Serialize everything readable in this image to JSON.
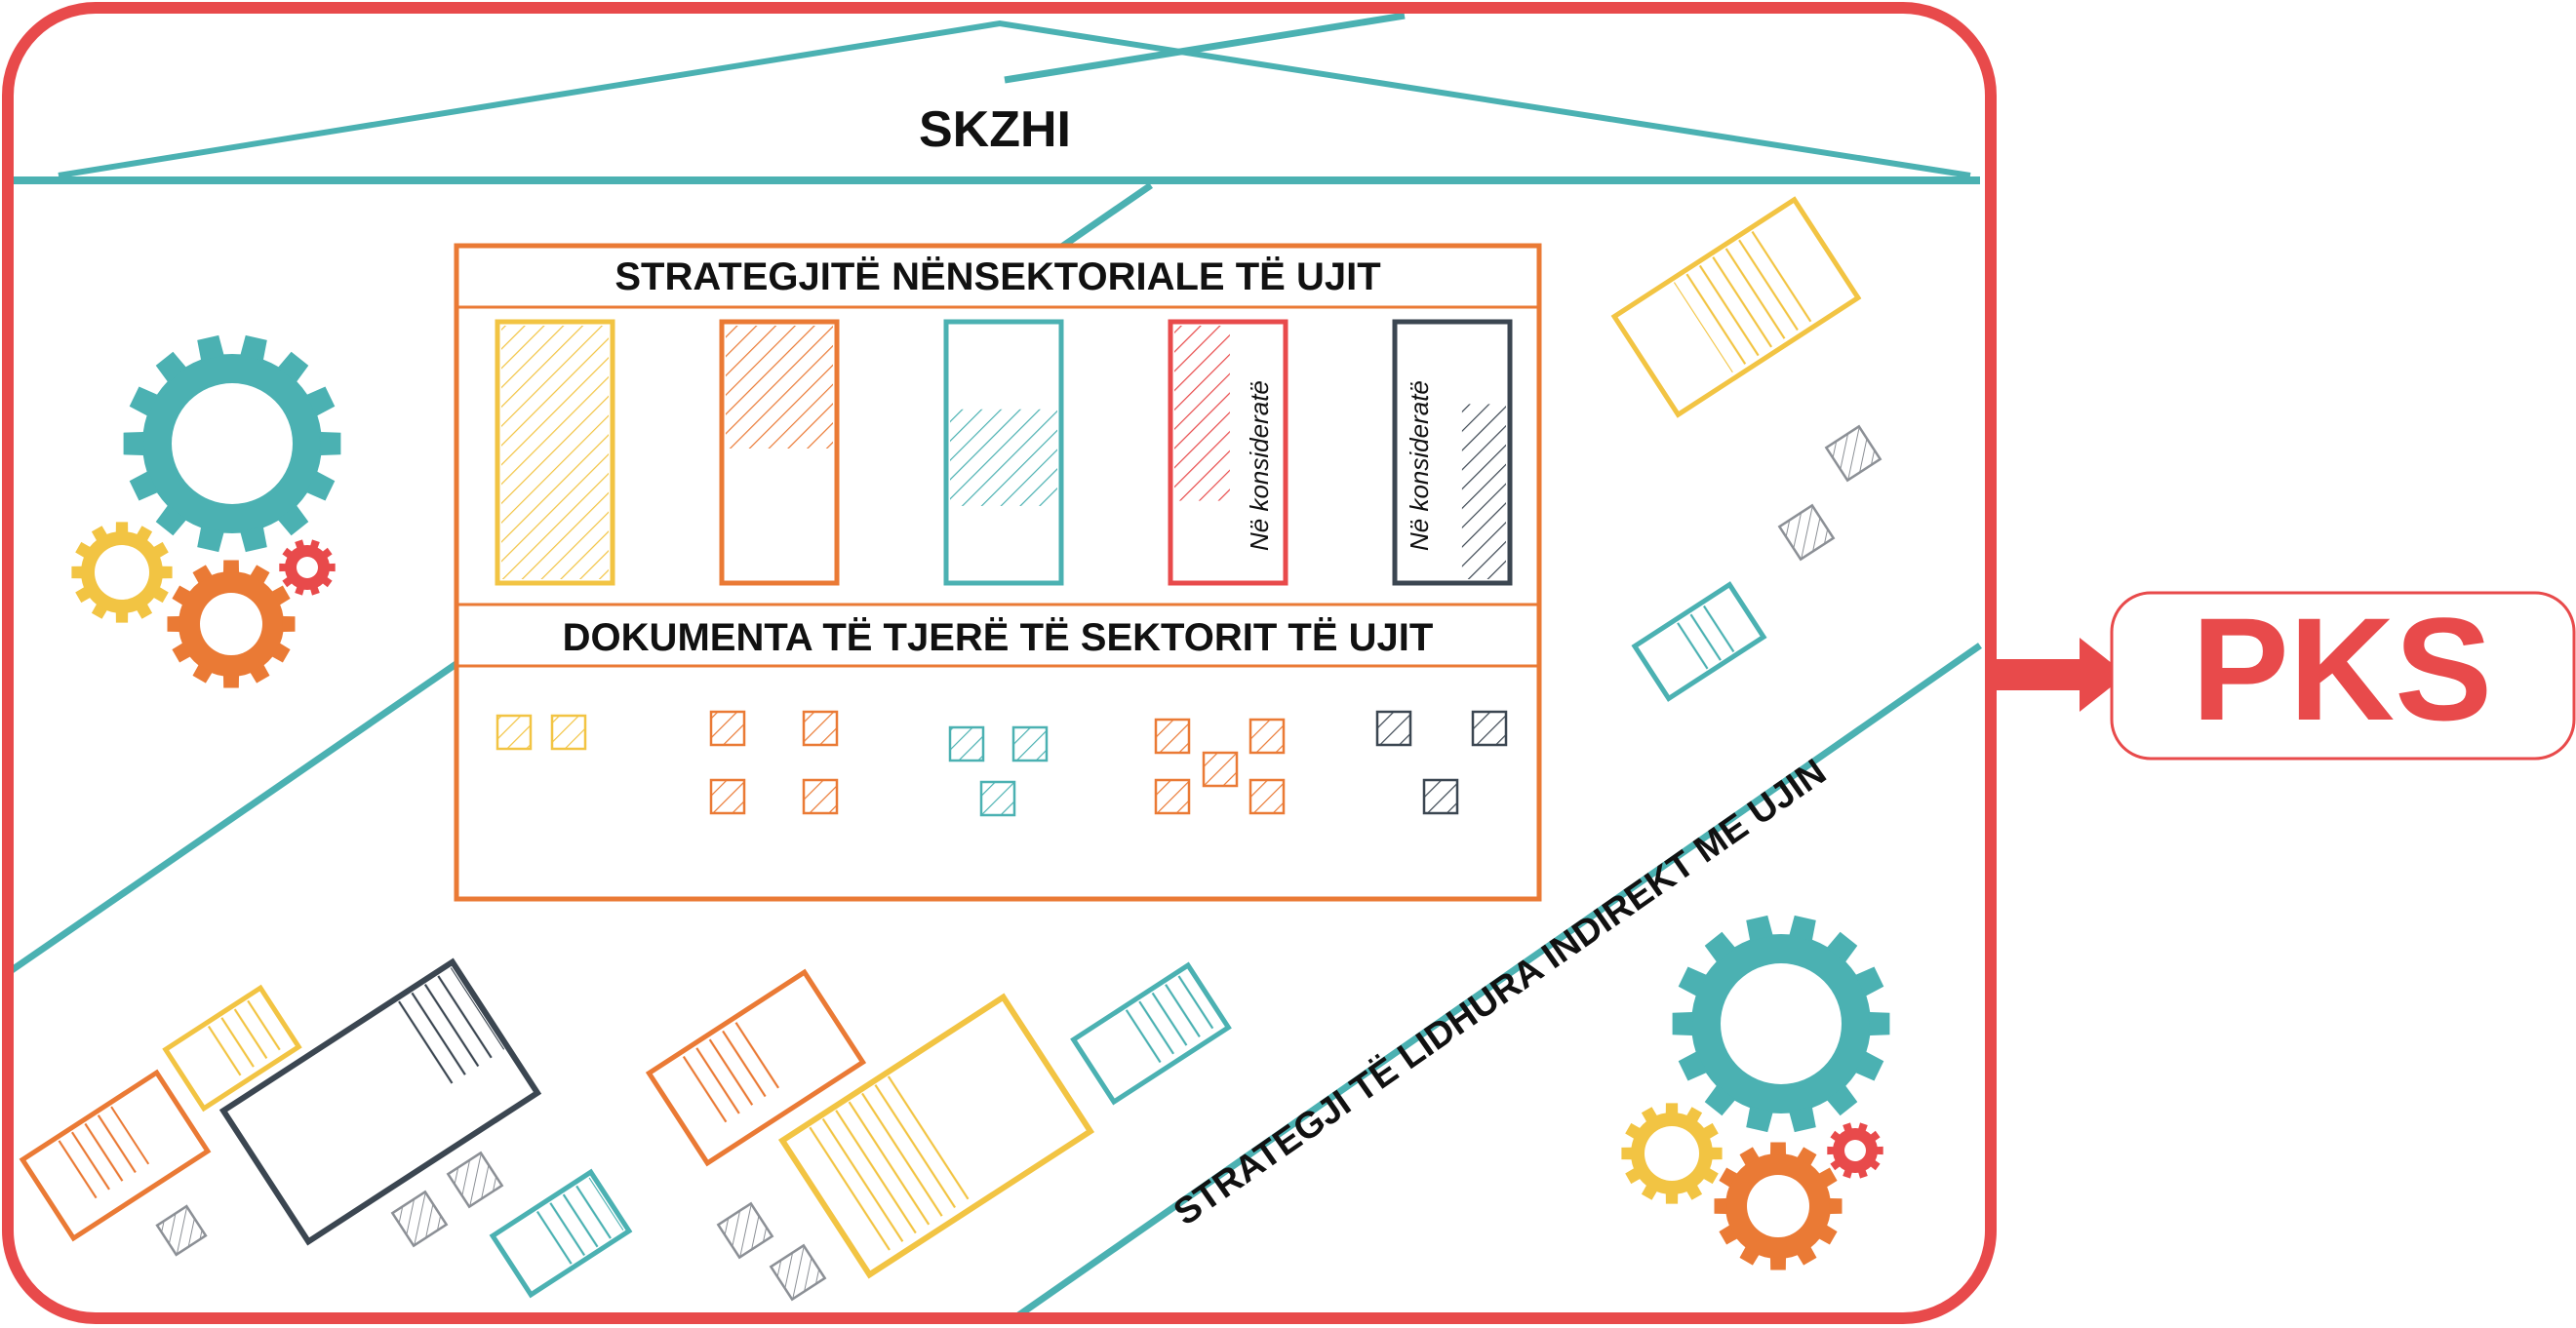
{
  "colors": {
    "red": "#e84a4b",
    "orange": "#ea7a35",
    "yellow": "#f2c443",
    "teal": "#4bb1b2",
    "dark": "#3b4651",
    "gray": "#8c9096"
  },
  "house": {
    "title": "SKZHI"
  },
  "panel": {
    "top_heading": "STRATEGJITË NËNSEKTORIALE TË UJIT",
    "bottom_heading": "DOKUMENTA TË TJERË TË SEKTORIT TË UJIT",
    "columns": [
      {
        "color": "yellow",
        "hatch_fraction": 1.0,
        "note": ""
      },
      {
        "color": "orange",
        "hatch_fraction": 0.5,
        "note": ""
      },
      {
        "color": "teal",
        "hatch_fraction": 0.4,
        "note": ""
      },
      {
        "color": "red",
        "hatch_fraction": 0.7,
        "note": "Në konsideratë"
      },
      {
        "color": "dark",
        "hatch_fraction": 0.7,
        "note": "Në konsideratë"
      }
    ]
  },
  "diagonal_label": "STRATEGJI TË LIDHURA INDIREKT ME UJIN",
  "output": {
    "label": "PKS"
  },
  "icons": [
    "gear-cluster-icon",
    "arrow-right-icon",
    "hatched-document-icon"
  ]
}
